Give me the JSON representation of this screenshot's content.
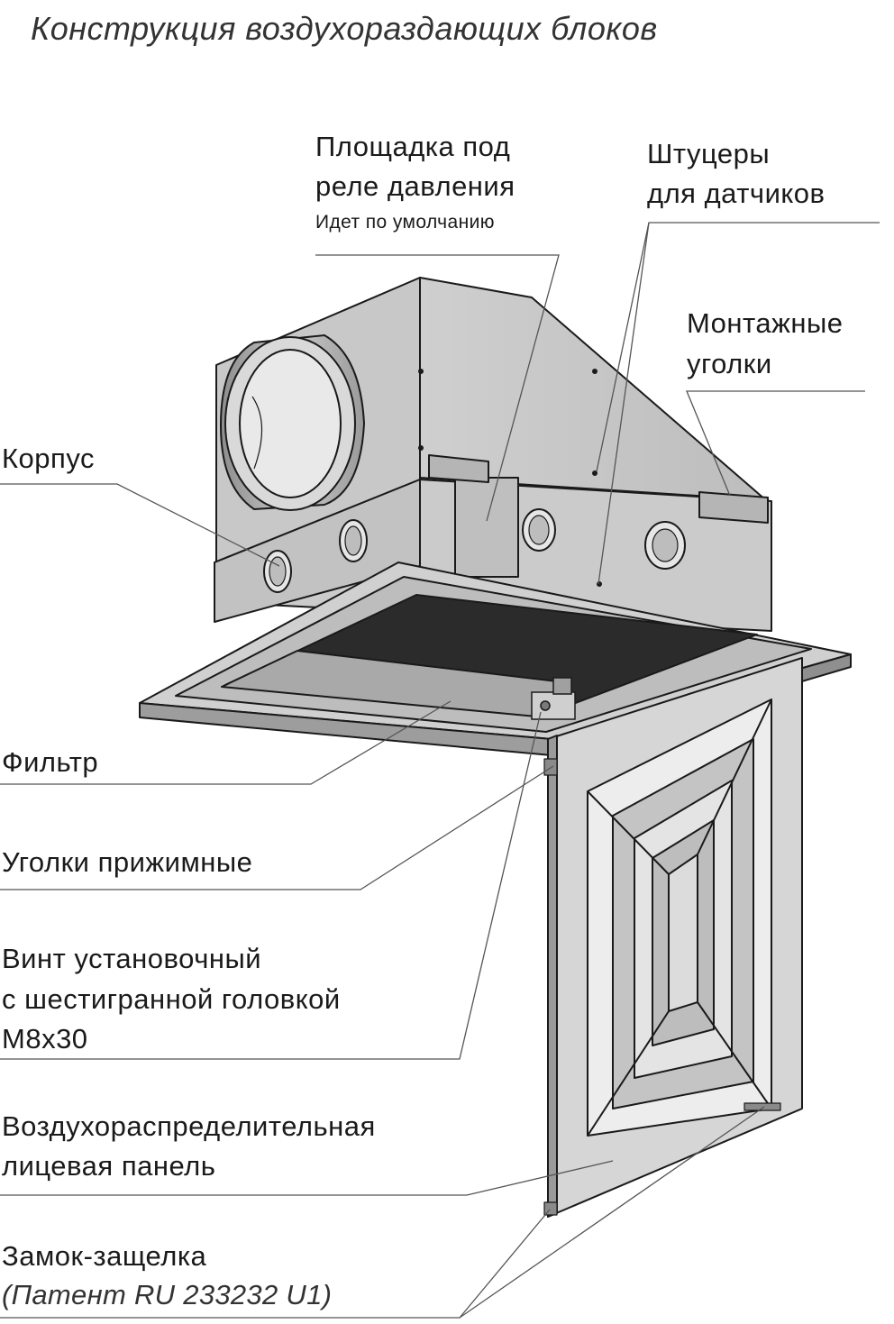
{
  "title": "Конструкция воздухораздающих блоков",
  "labels": {
    "platform": {
      "line1": "Площадка под",
      "line2": "реле давления",
      "note": "Идет по умолчанию"
    },
    "fittings": {
      "line1": "Штуцеры",
      "line2": "для датчиков"
    },
    "mounting_corners": {
      "line1": "Монтажные",
      "line2": "уголки"
    },
    "housing": {
      "text": "Корпус"
    },
    "filter": {
      "text": "Фильтр"
    },
    "clamp_corners": {
      "text": "Уголки прижимные"
    },
    "screw": {
      "line1": "Винт установочный",
      "line2": "с шестигранной головкой",
      "line3": "М8х30"
    },
    "panel": {
      "line1": "Воздухораспределительная",
      "line2": "лицевая панель"
    },
    "latch": {
      "line1": "Замок-защелка",
      "line2": "(Патент RU 233232 U1)"
    }
  },
  "colors": {
    "metal_light": "#d9d9d9",
    "metal_mid": "#c6c6c6",
    "metal_dark": "#a9a9a9",
    "filter_dark": "#2b2b2b",
    "outline": "#1a1a1a",
    "leader": "#555555"
  }
}
